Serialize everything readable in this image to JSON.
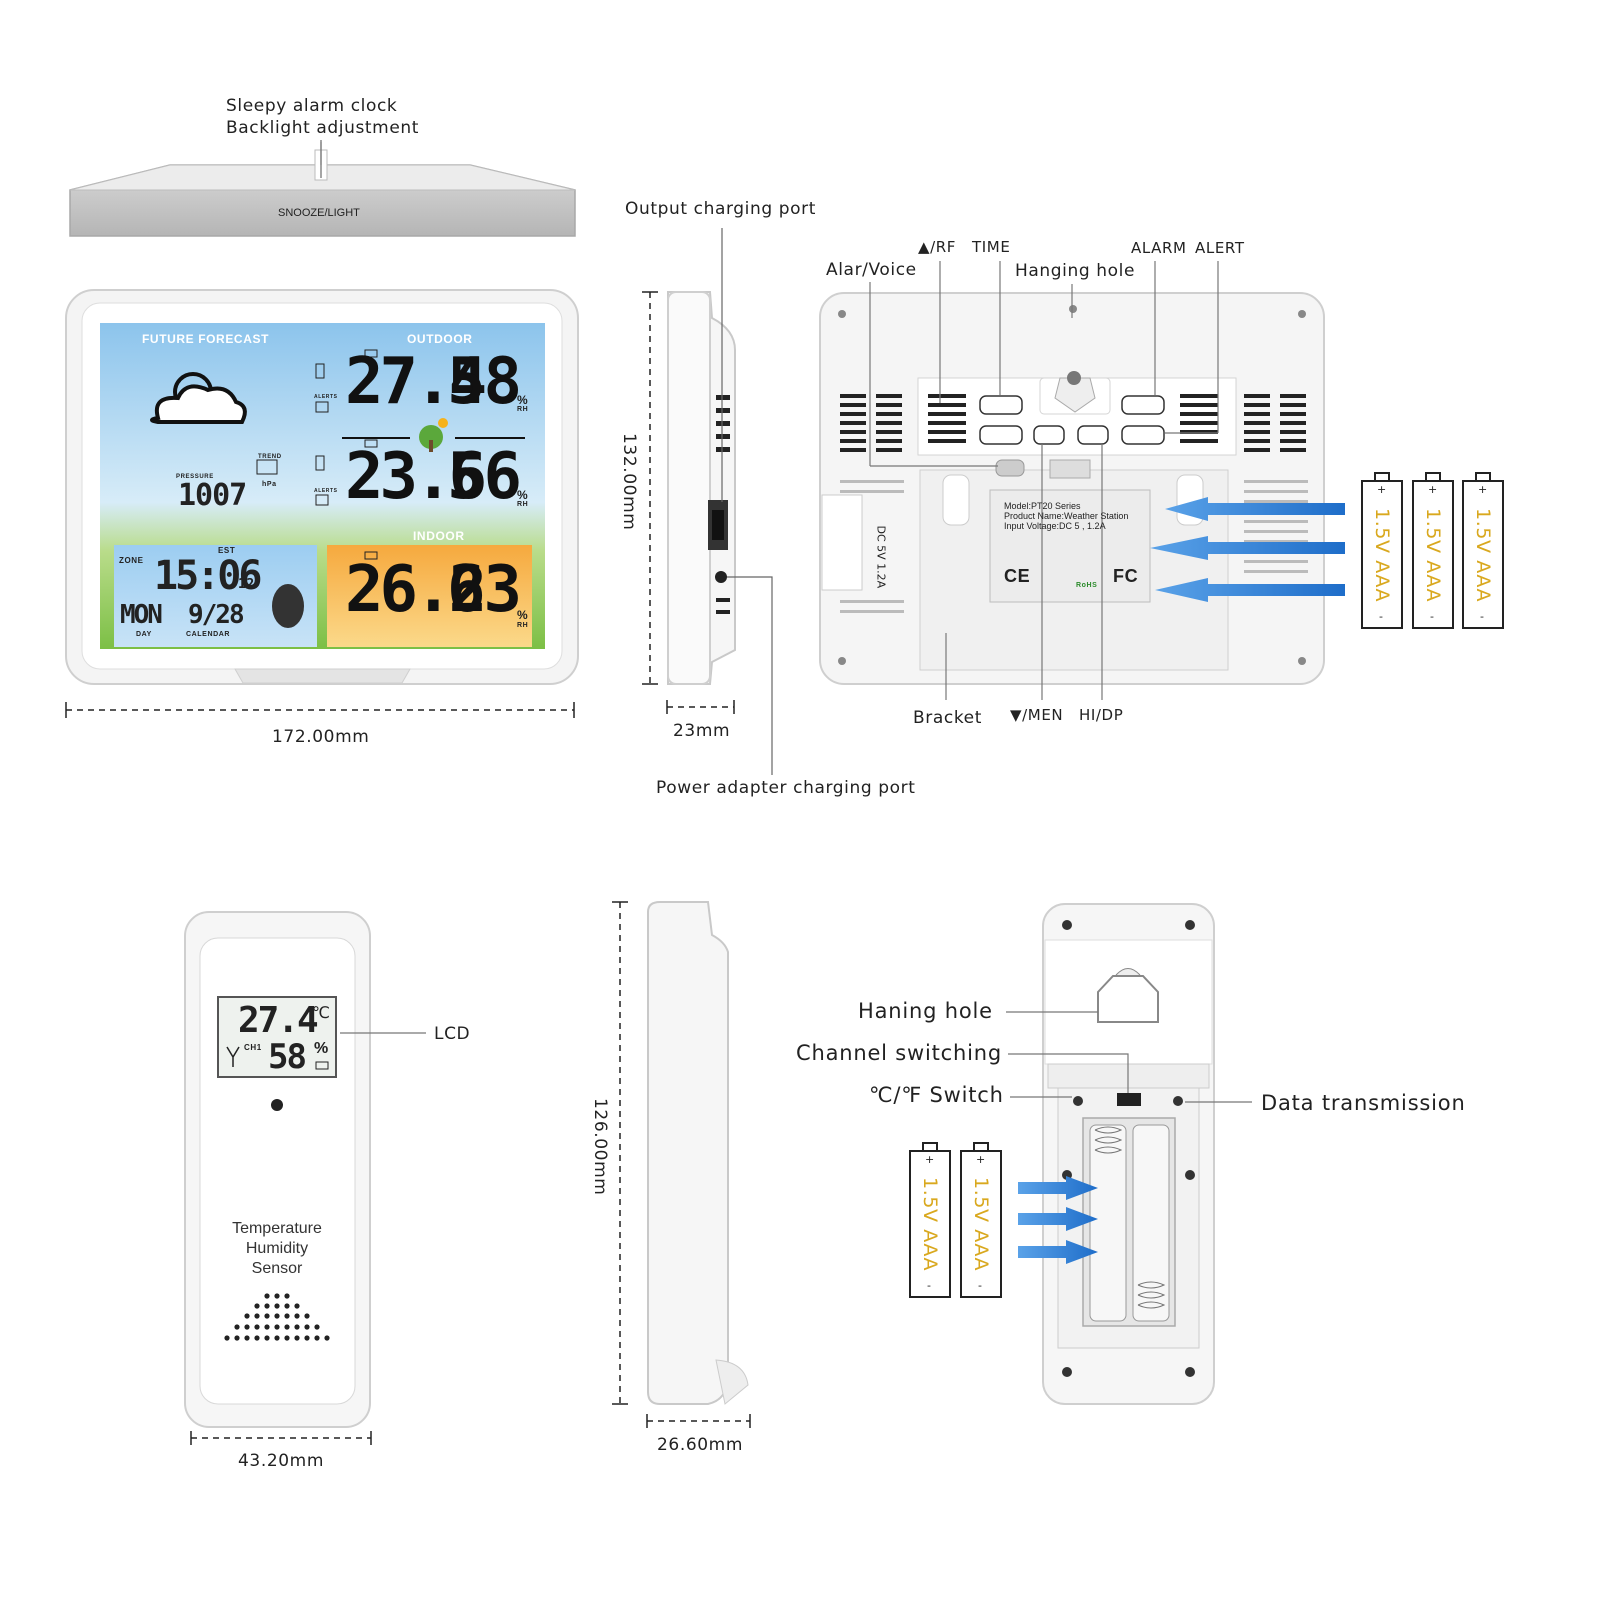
{
  "top_label": {
    "line1": "Sleepy alarm clock",
    "line2": "Backlight adjustment"
  },
  "top_button": "SNOOZE/LIGHT",
  "front_screen": {
    "forecast_title": "FUTURE FORECAST",
    "outdoor_title": "OUTDOOR",
    "indoor_title": "INDOOR",
    "outdoor_temp": "27.4",
    "outdoor_hum": "58",
    "second_temp": "23.6",
    "second_hum": "56",
    "indoor_temp": "26.2",
    "indoor_hum": "63",
    "pressure_label": "PRESSURE",
    "pressure": "1007",
    "hpa": "hPa",
    "trend": "TREND",
    "alerts": "ALERTS",
    "zone": "ZONE",
    "est": "EST",
    "time": "15:06",
    "seconds": "12",
    "weekday": "MON",
    "day_label": "DAY",
    "date": "9/28",
    "calendar_label": "CALENDAR",
    "pct": "%",
    "rh": "RH"
  },
  "dimensions": {
    "width_main": "172.00mm",
    "height_main": "132.00mm",
    "depth_main": "23mm",
    "width_sensor": "43.20mm",
    "height_sensor": "126.00mm",
    "depth_sensor": "26.60mm"
  },
  "side_labels": {
    "output_port": "Output charging port",
    "power_port": "Power adapter charging port",
    "dc_label": "DC 5V 1.2A"
  },
  "back_labels": {
    "alar_voice": "Alar/Voice",
    "up_rf": "▲/RF",
    "time": "TIME",
    "hanging_hole": "Hanging hole",
    "alarm": "ALARM",
    "alert": "ALERT",
    "bracket": "Bracket",
    "down_men": "▼/MEN",
    "hi_dp": "HI/DP"
  },
  "nameplate": {
    "model": "Model:PT20 Series",
    "product": "Product Name:Weather Station",
    "voltage": "Input Voltage:DC 5 , 1.2A",
    "ce": "CE",
    "fc": "FC",
    "rohs": "RoHS"
  },
  "battery_text": "1.5V AAA",
  "battery_plus": "+",
  "battery_minus": "-",
  "sensor": {
    "temp": "27.4",
    "unit_c": "℃",
    "channel": "CH1",
    "hum": "58",
    "pct": "%",
    "line1": "Temperature",
    "line2": "Humidity",
    "line3": "Sensor",
    "lcd_label": "LCD"
  },
  "sensor_back": {
    "haning_hole": "Haning hole",
    "channel_switching": "Channel switching",
    "cf_switch": "℃/℉ Switch",
    "data_transmission": "Data transmission"
  },
  "colors": {
    "arrow": "#2f7fd6",
    "battery_text": "#d9a81e",
    "lcd_blue": "#a8cfee",
    "lcd_orange": "#f7b857"
  }
}
